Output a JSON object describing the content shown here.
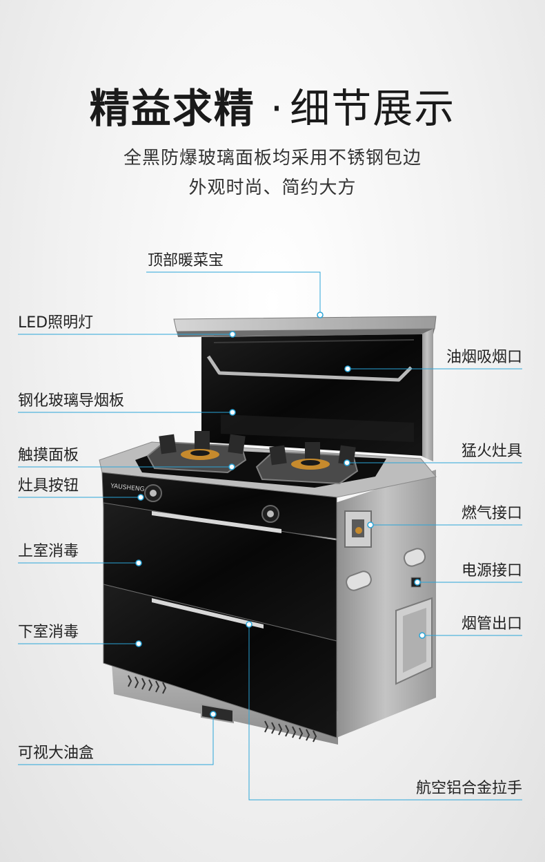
{
  "header": {
    "title_bold": "精益求精",
    "separator": "·",
    "title_light": "细节展示",
    "subtitle_line1": "全黑防爆玻璃面板均采用不锈钢包边",
    "subtitle_line2": "外观时尚、简约大方"
  },
  "product": {
    "brand_mark": "YAUSHENG"
  },
  "callouts": {
    "top_warmer": "顶部暖菜宝",
    "led_light": "LED照明灯",
    "fume_inlet": "油烟吸烟口",
    "tempered_glass_guide": "钢化玻璃导烟板",
    "fierce_burner": "猛火灶具",
    "touch_panel": "触摸面板",
    "burner_knob": "灶具按钮",
    "gas_inlet": "燃气接口",
    "upper_disinfection": "上室消毒",
    "power_port": "电源接口",
    "lower_disinfection": "下室消毒",
    "flue_outlet": "烟管出口",
    "oil_box": "可视大油盒",
    "aluminum_handle": "航空铝合金拉手"
  },
  "colors": {
    "accent_line": "#2aa5d8",
    "dot": "#ffffff",
    "glass_black": "#0c0c0c",
    "steel": "#a9a9a9"
  }
}
